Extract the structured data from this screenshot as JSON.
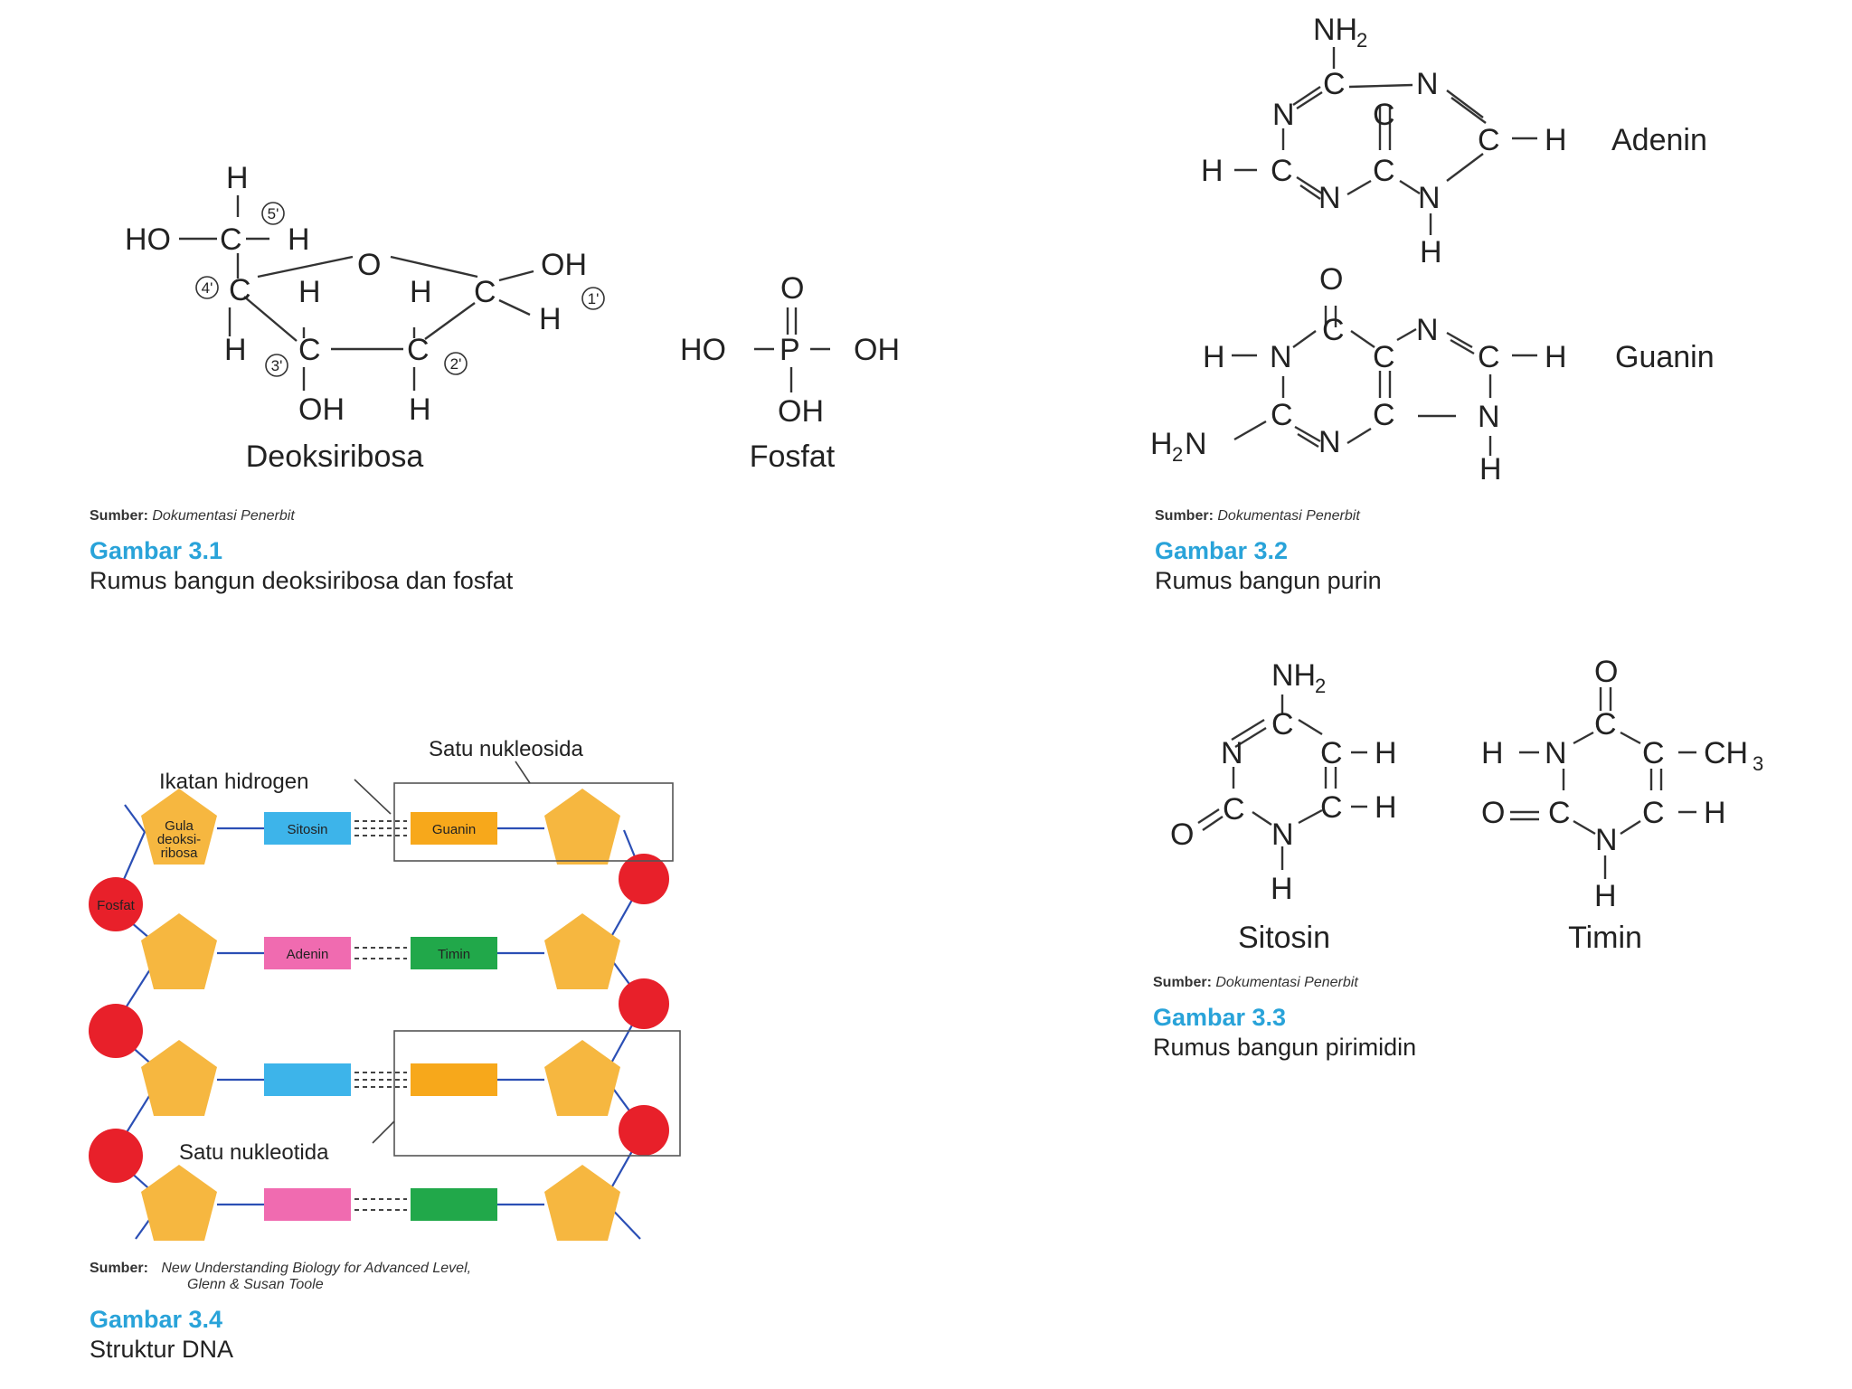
{
  "structures": {
    "deoxyribose": {
      "name": "Deoksiribosa",
      "carbon_numbers": [
        "5'",
        "4'",
        "3'",
        "2'",
        "1'"
      ]
    },
    "phosphate": {
      "name": "Fosfat"
    },
    "adenine": {
      "name": "Adenin"
    },
    "guanine": {
      "name": "Guanin"
    },
    "cytosine": {
      "name": "Sitosin"
    },
    "thymine": {
      "name": "Timin"
    }
  },
  "atoms": {
    "H": "H",
    "HO": "HO",
    "OH": "OH",
    "O": "O",
    "C": "C",
    "N": "N",
    "P": "P",
    "NH": "NH",
    "CH": "CH",
    "sub2": "2",
    "sub3": "3",
    "HN": "H",
    "N2": "N"
  },
  "captions": {
    "fig31": {
      "source_label": "Sumber:",
      "source": "Dokumentasi Penerbit",
      "figure": "Gambar 3.1",
      "text": "Rumus bangun deoksiribosa dan fosfat"
    },
    "fig32": {
      "source_label": "Sumber:",
      "source": "Dokumentasi Penerbit",
      "figure": "Gambar 3.2",
      "text": "Rumus bangun purin"
    },
    "fig33": {
      "source_label": "Sumber:",
      "source": "Dokumentasi Penerbit",
      "figure": "Gambar 3.3",
      "text": "Rumus bangun pirimidin"
    },
    "fig34": {
      "source_label": "Sumber:",
      "source_line1": "New Understanding Biology for Advanced Level,",
      "source_line2": "Glenn & Susan Toole",
      "figure": "Gambar 3.4",
      "text": "Struktur DNA"
    }
  },
  "dna": {
    "label_hydrogen_bond": "Ikatan hidrogen",
    "label_nucleoside": "Satu nukleosida",
    "label_nucleotide": "Satu nukleotida",
    "sugar_label_lines": [
      "Gula",
      "deoksi-",
      "ribosa"
    ],
    "phosphate_label": "Fosfat",
    "bases": [
      "Sitosin",
      "Guanin",
      "Adenin",
      "Timin"
    ],
    "colors": {
      "sugar": "#f6b740",
      "phosphate": "#e8202a",
      "cytosine": "#3db4ea",
      "guanine": "#f7a81b",
      "adenine": "#f06bb0",
      "thymine": "#21a84a",
      "backbone": "#2b4fb5"
    }
  }
}
